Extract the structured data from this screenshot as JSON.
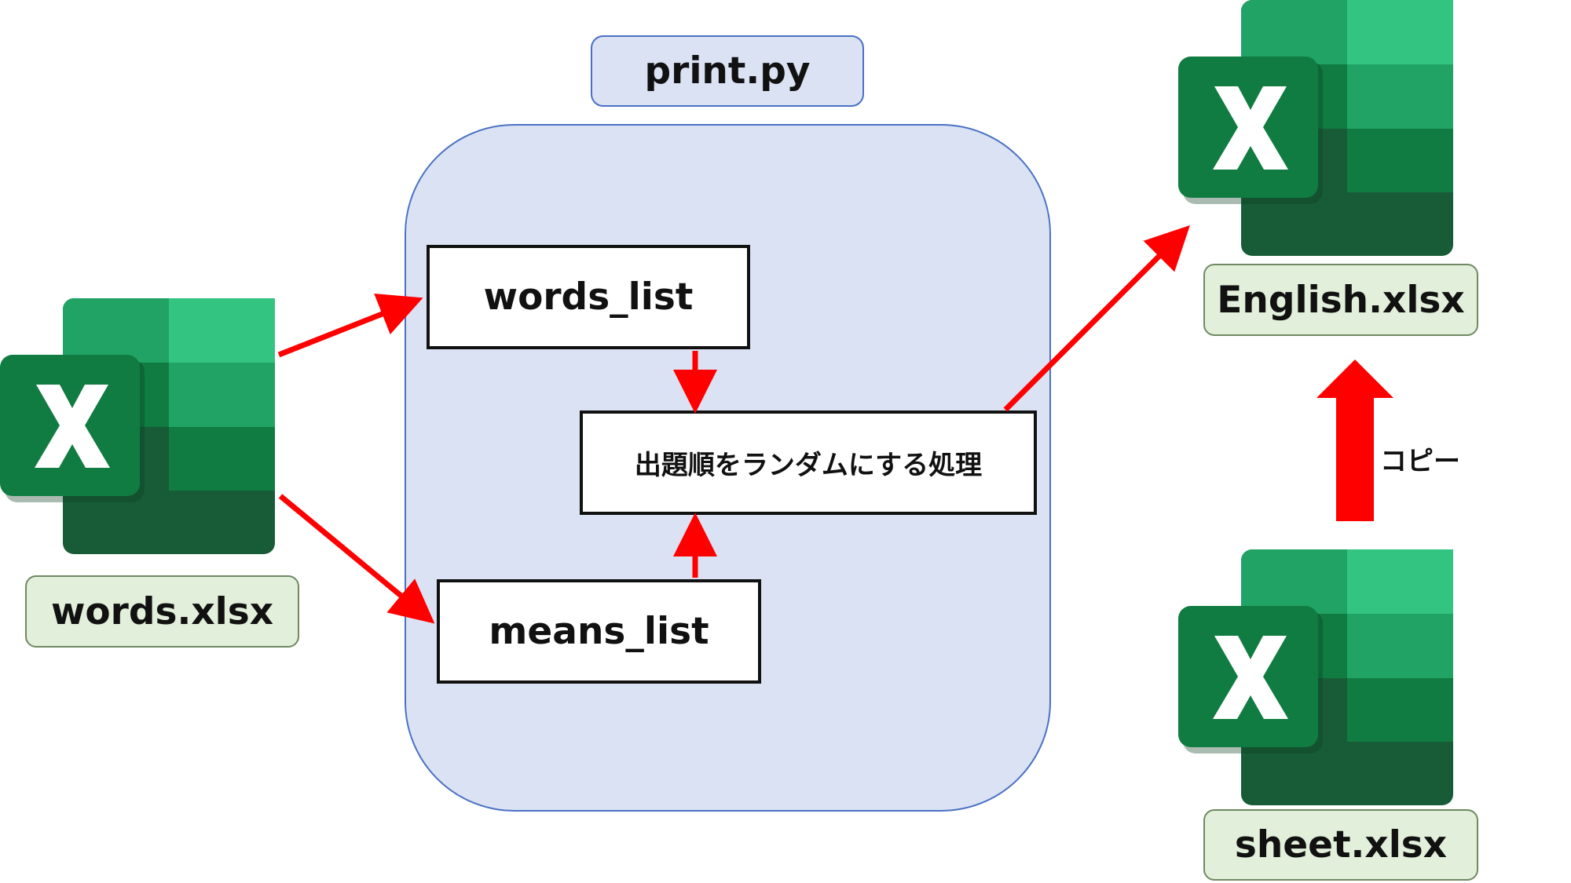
{
  "files": {
    "input": {
      "name": "words.xlsx",
      "icon": "excel-icon"
    },
    "output": {
      "name": "English.xlsx",
      "icon": "excel-icon"
    },
    "template": {
      "name": "sheet.xlsx",
      "icon": "excel-icon"
    }
  },
  "script": {
    "name": "print.py",
    "lists": {
      "words": "words_list",
      "means": "means_list"
    },
    "process": "出題順をランダムにする処理"
  },
  "copy_label": "コピー",
  "colors": {
    "arrow": "#ff0000",
    "script_fill": "#dae2f3",
    "script_border": "#4a71c4",
    "file_label_fill": "#e2efda",
    "file_label_border": "#6f8a61",
    "excel_dark": "#185c37",
    "excel_mid": "#21a366",
    "excel_light": "#33c481",
    "excel_badge": "#107c41"
  }
}
